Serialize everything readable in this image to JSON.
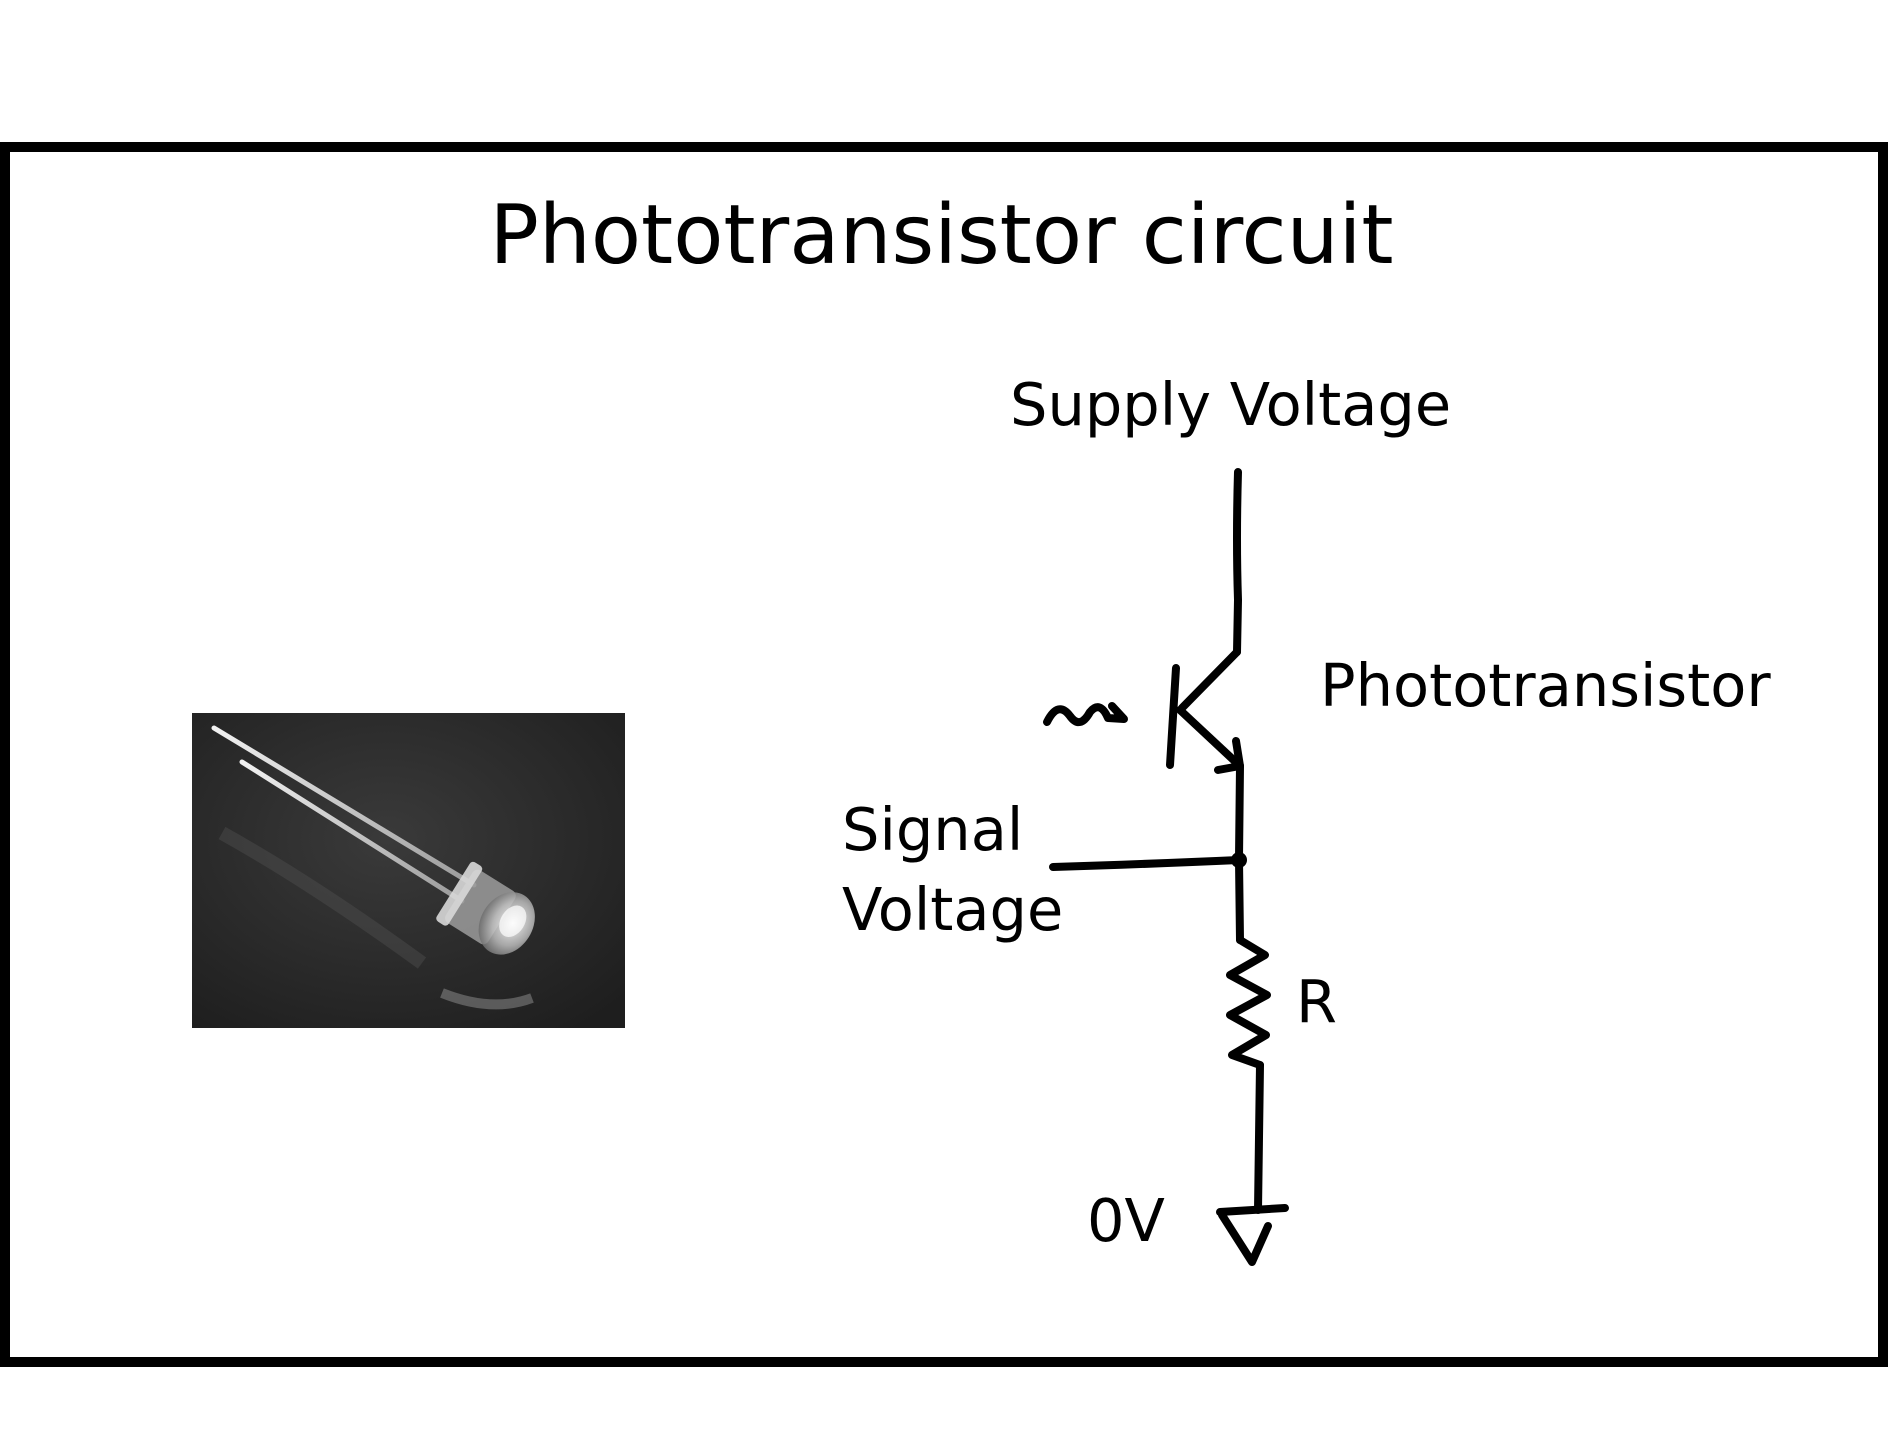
{
  "diagram": {
    "title": "Phototransistor circuit",
    "labels": {
      "supply": "Supply Voltage",
      "component": "Phototransistor",
      "signal_line1": "Signal",
      "signal_line2": "Voltage",
      "resistor": "R",
      "ground": "0V"
    }
  },
  "icons": {
    "photo": "phototransistor-component-photo",
    "light": "light-wave-icon",
    "transistor": "phototransistor-symbol",
    "resistor": "resistor-symbol",
    "ground": "ground-symbol"
  },
  "colors": {
    "ink": "#000000",
    "background": "#ffffff",
    "photo_background": "#2b2b2b"
  }
}
